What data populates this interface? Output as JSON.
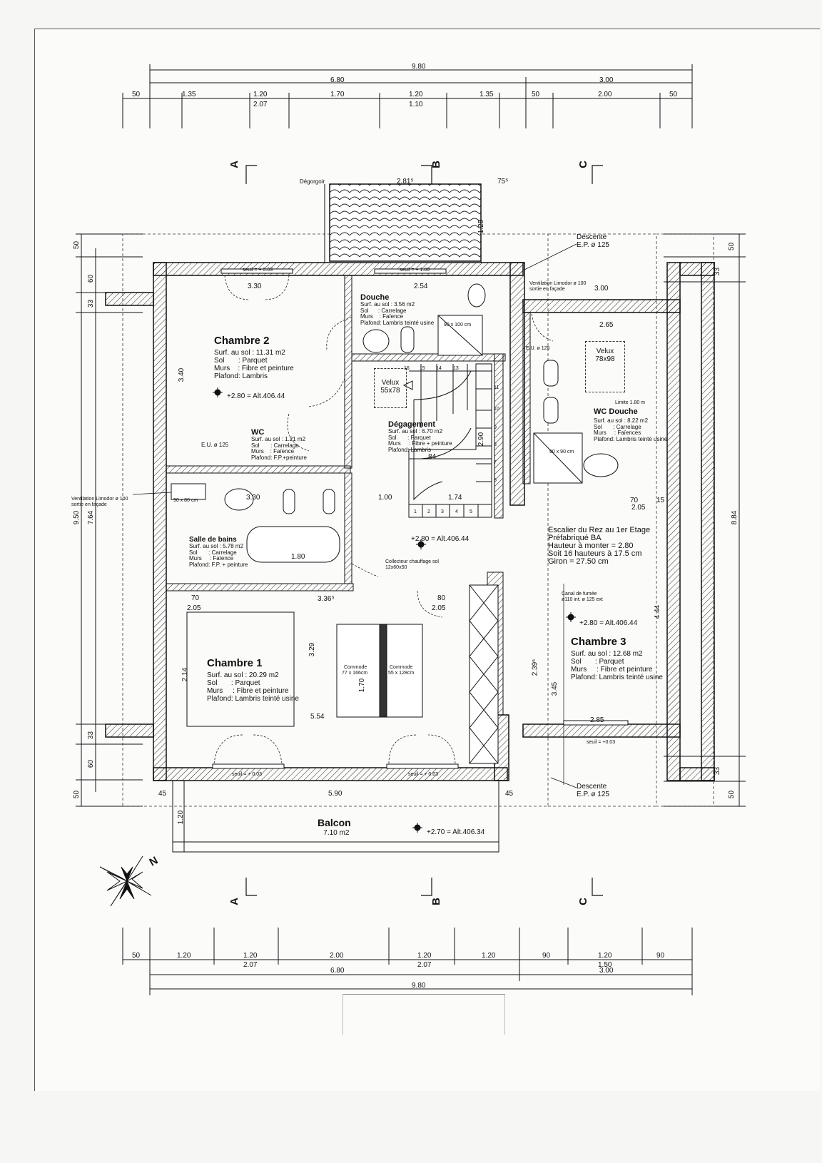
{
  "dimensions": {
    "top": {
      "total": "9.80",
      "left_group": "6.80",
      "right_group": "3.00",
      "segments": [
        "50",
        "1.35",
        "1.20",
        "1.70",
        "1.20",
        "1.35",
        "50",
        "2.00",
        "50"
      ],
      "window_heights": [
        "2.07",
        "1.10"
      ]
    },
    "bottom": {
      "total": "9.80",
      "left_group": "6.80",
      "right_group": "3.00",
      "segments": [
        "50",
        "1.20",
        "1.20",
        "2.00",
        "1.20",
        "1.20",
        "90",
        "1.20",
        "90"
      ],
      "window_heights": [
        "2.07",
        "2.07",
        "1.50"
      ]
    },
    "left": {
      "total": "9.50",
      "inner": "7.64",
      "top": [
        "50",
        "60",
        "33"
      ],
      "bottom": [
        "33",
        "60",
        "50"
      ]
    },
    "right": {
      "total": "8.84",
      "top": [
        "50",
        "33"
      ],
      "bottom": [
        "33",
        "50"
      ]
    }
  },
  "section_markers": [
    "A",
    "B",
    "C"
  ],
  "labels": {
    "degorgoir": "Dégorgoir",
    "terrace_width": "2.81⁵",
    "terrace_side": "75⁵",
    "terrace_depth": "1.25",
    "descente_top": "Descente",
    "ep_top": "E.P. ø 125",
    "descente_bottom": "Descente",
    "ep_bottom": "E.P. ø 125",
    "ventilation_right": "Ventilation Limodor ø 100",
    "ventilation_right_2": "sortie en façade",
    "ventilation_left": "Ventilation Limodor ø 100",
    "ventilation_left_2": "sortie en façade",
    "eu_left": "E.U. ø 125",
    "eu_right": "E.U. ø 125",
    "limite": "Limite 1.80 m",
    "collecteur": "Collecteur chauffage sol",
    "collecteur_2": "12x60x50",
    "canal": "Canal de fumée",
    "canal_2": "ø110 int. ø 125 ext",
    "seuil_top_left": "seuil = + 0.03",
    "seuil_top_mid": "seuil = + 1.00",
    "seuil_bottom_left": "seuil = + 0.03",
    "seuil_bottom_mid": "seuil = + 0.03",
    "seuil_right": "seuil = +0.03",
    "commode_1": "Commode",
    "commode_1_size": "77 x 166cm",
    "commode_2": "Commode",
    "commode_2_size": "55 x 128cm",
    "douche_tray_1": "90 x 100 cm",
    "douche_tray_2": "90 x 90 cm",
    "bath_tray": "90 x 80 cm",
    "north": "N"
  },
  "rooms": {
    "chambre2": {
      "title": "Chambre 2",
      "surface": "Surf. au sol : 11.31 m2",
      "sol": "Sol       : Parquet",
      "murs": "Murs    : Fibre et peinture",
      "plafond": "Plafond: Lambris",
      "alt": "+2.80 = Alt.406.44"
    },
    "douche": {
      "title": "Douche",
      "surface": "Surf. au sol : 3.56 m2",
      "sol": "Sol      : Carrelage",
      "murs": "Murs    : Faïence",
      "plafond": "Plafond: Lambris teinté usine"
    },
    "wc": {
      "title": "WC",
      "surface": "Surf. au sol : 1.21 m2",
      "sol": "Sol       : Carrelage",
      "murs": "Murs    : Faïence",
      "plafond": "Plafond: F.P.+peinture"
    },
    "degagement": {
      "title": "Dégagement",
      "surface": "Surf. au sol : 6.70 m2",
      "sol": "Sol       : Parquet",
      "murs": "Murs     : Fibre + peinture",
      "plafond": "Plafond: Lambris",
      "alt": "+2.80 = Alt.406.44"
    },
    "salle_de_bains": {
      "title": "Salle de bains",
      "surface": "Surf. au sol : 5.78 m2",
      "sol": "Sol       : Carrelage",
      "murs": "Murs     : Faïence",
      "plafond": "Plafond: F.P. + peinture"
    },
    "wc_douche": {
      "title": "WC Douche",
      "surface": "Surf. au sol : 8.22 m2",
      "sol": "Sol       : Carrelage",
      "murs": "Murs     : Faïences",
      "plafond": "Plafond: Lambris teinté usine"
    },
    "chambre1": {
      "title": "Chambre 1",
      "surface": "Surf. au sol : 20.29 m2",
      "sol": "Sol       : Parquet",
      "murs": "Murs     : Fibre et peinture",
      "plafond": "Plafond: Lambris teinté usine"
    },
    "chambre3": {
      "title": "Chambre 3",
      "surface": "Surf. au sol : 12.68 m2",
      "sol": "Sol       : Parquet",
      "murs": "Murs     : Fibre et peinture",
      "plafond": "Plafond: Lambris teinté usine",
      "alt": "+2.80 = Alt.406.44"
    },
    "balcon": {
      "title": "Balcon",
      "surface": "7.10 m2",
      "alt": "+2.70 = Alt.406.34"
    }
  },
  "velux": [
    {
      "size": "Velux",
      "dims": "55x78"
    },
    {
      "size": "Velux",
      "dims": "78x98"
    }
  ],
  "escalier": {
    "line1": "Escalier du Rez au 1er Etage",
    "line2": "Préfabriqué BA",
    "line3": "Hauteur à monter = 2.80",
    "line4": "Soit 16 hauteurs à 17.5 cm",
    "line5": "Giron = 27.50 cm",
    "steps_bottom": [
      "1",
      "2",
      "3",
      "4",
      "5"
    ],
    "steps_top": [
      "16",
      "15",
      "14",
      "13"
    ],
    "steps_side": [
      "11",
      "10",
      "9",
      "8",
      "7",
      "6"
    ],
    "width": "84",
    "length": "2.90",
    "landing": "1.74"
  },
  "inner_dims": {
    "d330": "3.30",
    "d254": "2.54",
    "d300": "3.00",
    "d265": "2.65",
    "d340": "3.40",
    "d330b": "3.30",
    "d100": "1.00",
    "d205": "2.05",
    "d70": "70",
    "d180": "1.80",
    "d336": "3.36⁵",
    "d80": "80",
    "d205b": "2.05",
    "d554": "5.54",
    "d329": "3.29",
    "d170": "1.70",
    "d239": "2.39⁵",
    "d345": "3.45",
    "d444": "4.44",
    "d285": "2.85",
    "d590": "5.90",
    "d45a": "45",
    "d45b": "45",
    "d214": "2.14",
    "d120": "1.20",
    "d70b": "70",
    "d205c": "2.05",
    "d15": "15"
  }
}
